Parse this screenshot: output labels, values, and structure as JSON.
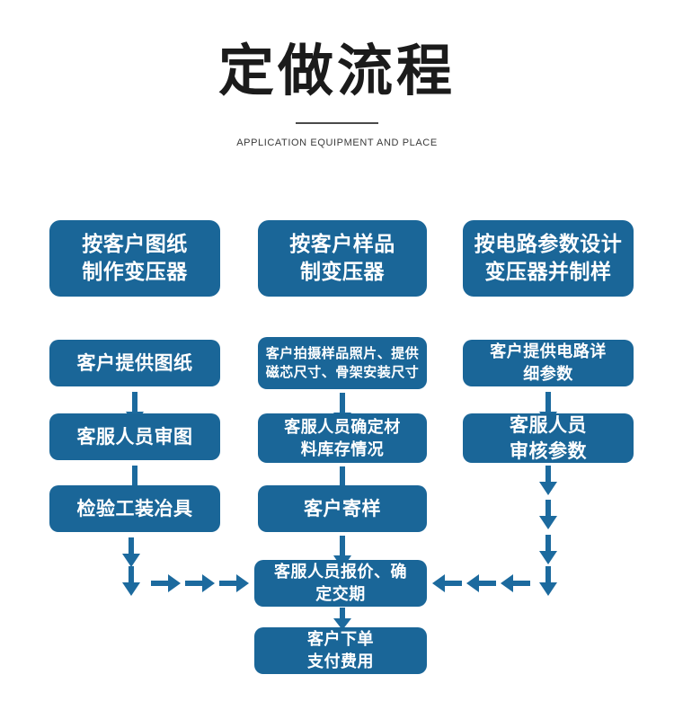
{
  "header": {
    "title": "定做流程",
    "subtitle": "APPLICATION EQUIPMENT AND PLACE",
    "rule": "horizontal-rule"
  },
  "theme": {
    "box_blue": "#1a6698",
    "arrow_blue": "#1c6a9e",
    "title_color": "#1b1b1b",
    "background": "#ffffff"
  },
  "chart_data": {
    "type": "diagram",
    "title": "定做流程",
    "subtitle": "APPLICATION EQUIPMENT AND PLACE",
    "columns": [
      {
        "name": "column-1",
        "header": "按客户图纸\n制作变压器",
        "steps": [
          "客户提供图纸",
          "客服人员审图",
          "检验工装冶具"
        ]
      },
      {
        "name": "column-2",
        "header": "按客户样品\n制变压器",
        "steps": [
          "客户拍摄样品照片、提供\n磁芯尺寸、骨架安装尺寸",
          "客服人员确定材\n料库存情况",
          "客户寄样"
        ]
      },
      {
        "name": "column-3",
        "header": "按电路参数设计\n变压器并制样",
        "steps": [
          "客户提供电路详\n细参数",
          "客服人员\n审核参数"
        ]
      }
    ],
    "merge_steps": [
      "客服人员报价、确\n定交期",
      "客户下单\n支付费用"
    ],
    "connector_counts": {
      "left_horizontal_arrows": 3,
      "right_horizontal_arrows": 3,
      "left_vertical_arrows": 2,
      "right_vertical_arrows": 4
    }
  },
  "nodes": {
    "head1": "按客户图纸\n制作变压器",
    "head2": "按客户样品\n制变压器",
    "head3": "按电路参数设计\n变压器并制样",
    "c1s1": "客户提供图纸",
    "c1s2": "客服人员审图",
    "c1s3": "检验工装冶具",
    "c2s1": "客户拍摄样品照片、提供\n磁芯尺寸、骨架安装尺寸",
    "c2s2": "客服人员确定材\n料库存情况",
    "c2s3": "客户寄样",
    "c3s1": "客户提供电路详\n细参数",
    "c3s2": "客服人员\n审核参数",
    "merge1": "客服人员报价、确\n定交期",
    "merge2": "客户下单\n支付费用"
  }
}
